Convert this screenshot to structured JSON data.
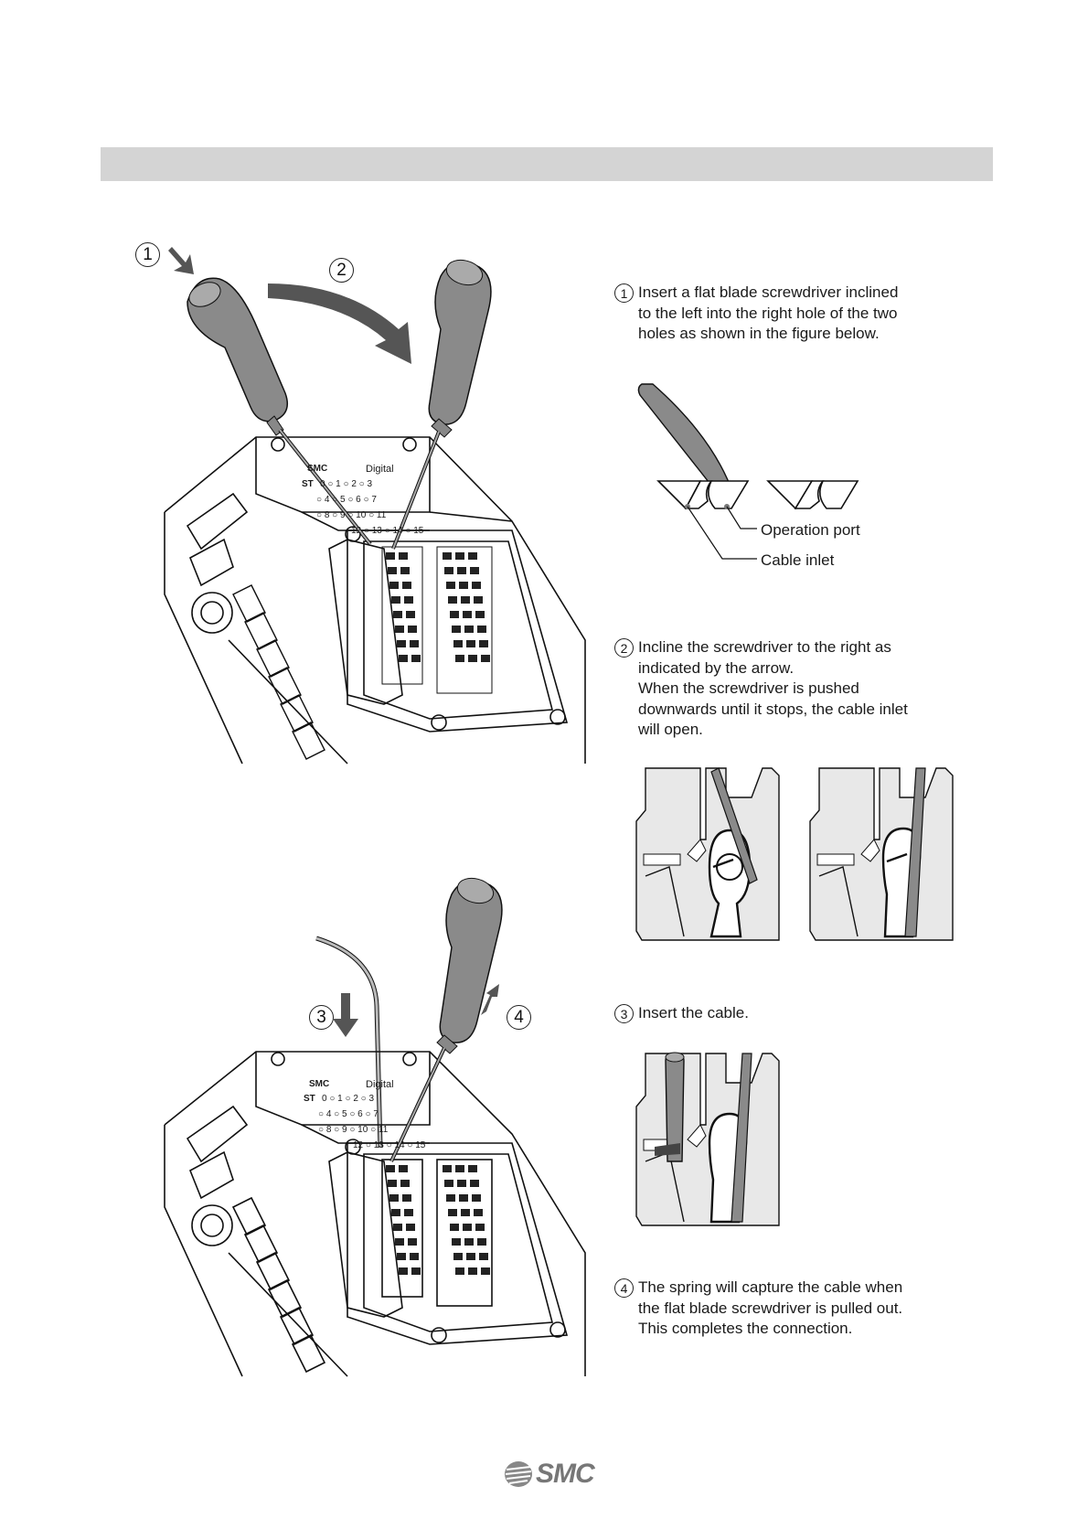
{
  "steps": [
    {
      "num": "1",
      "text": "Insert a flat blade screwdriver inclined\nto the left into the right hole of the two\nholes as shown in the figure below."
    },
    {
      "num": "2",
      "text": "Incline the screwdriver to the right as\nindicated by the arrow.\nWhen the screwdriver is pushed\ndownwards until it stops, the cable inlet\nwill open."
    },
    {
      "num": "3",
      "text": "Insert the cable."
    },
    {
      "num": "4",
      "text": "The spring will capture the cable when\nthe flat blade screwdriver is pulled out.\nThis completes the connection."
    }
  ],
  "figure_labels": {
    "operation_port": "Operation port",
    "cable_inlet": "Cable inlet",
    "step1": "1",
    "step2": "2",
    "step3": "3",
    "step4": "4"
  },
  "device_marks": {
    "logo": "SMC",
    "panel": "Digital",
    "st": "ST",
    "row1": [
      "0",
      "1",
      "2",
      "3"
    ],
    "row2": [
      "4",
      "5",
      "6",
      "7"
    ],
    "row3": [
      "8",
      "9",
      "10",
      "11"
    ],
    "row4": [
      "12",
      "13",
      "14",
      "15"
    ]
  },
  "footer": {
    "logo_text": "SMC"
  },
  "colors": {
    "header_band": "#d4d4d4",
    "screwdriver": "#8a8a8a",
    "figure_fill": "#e8e8e8"
  }
}
